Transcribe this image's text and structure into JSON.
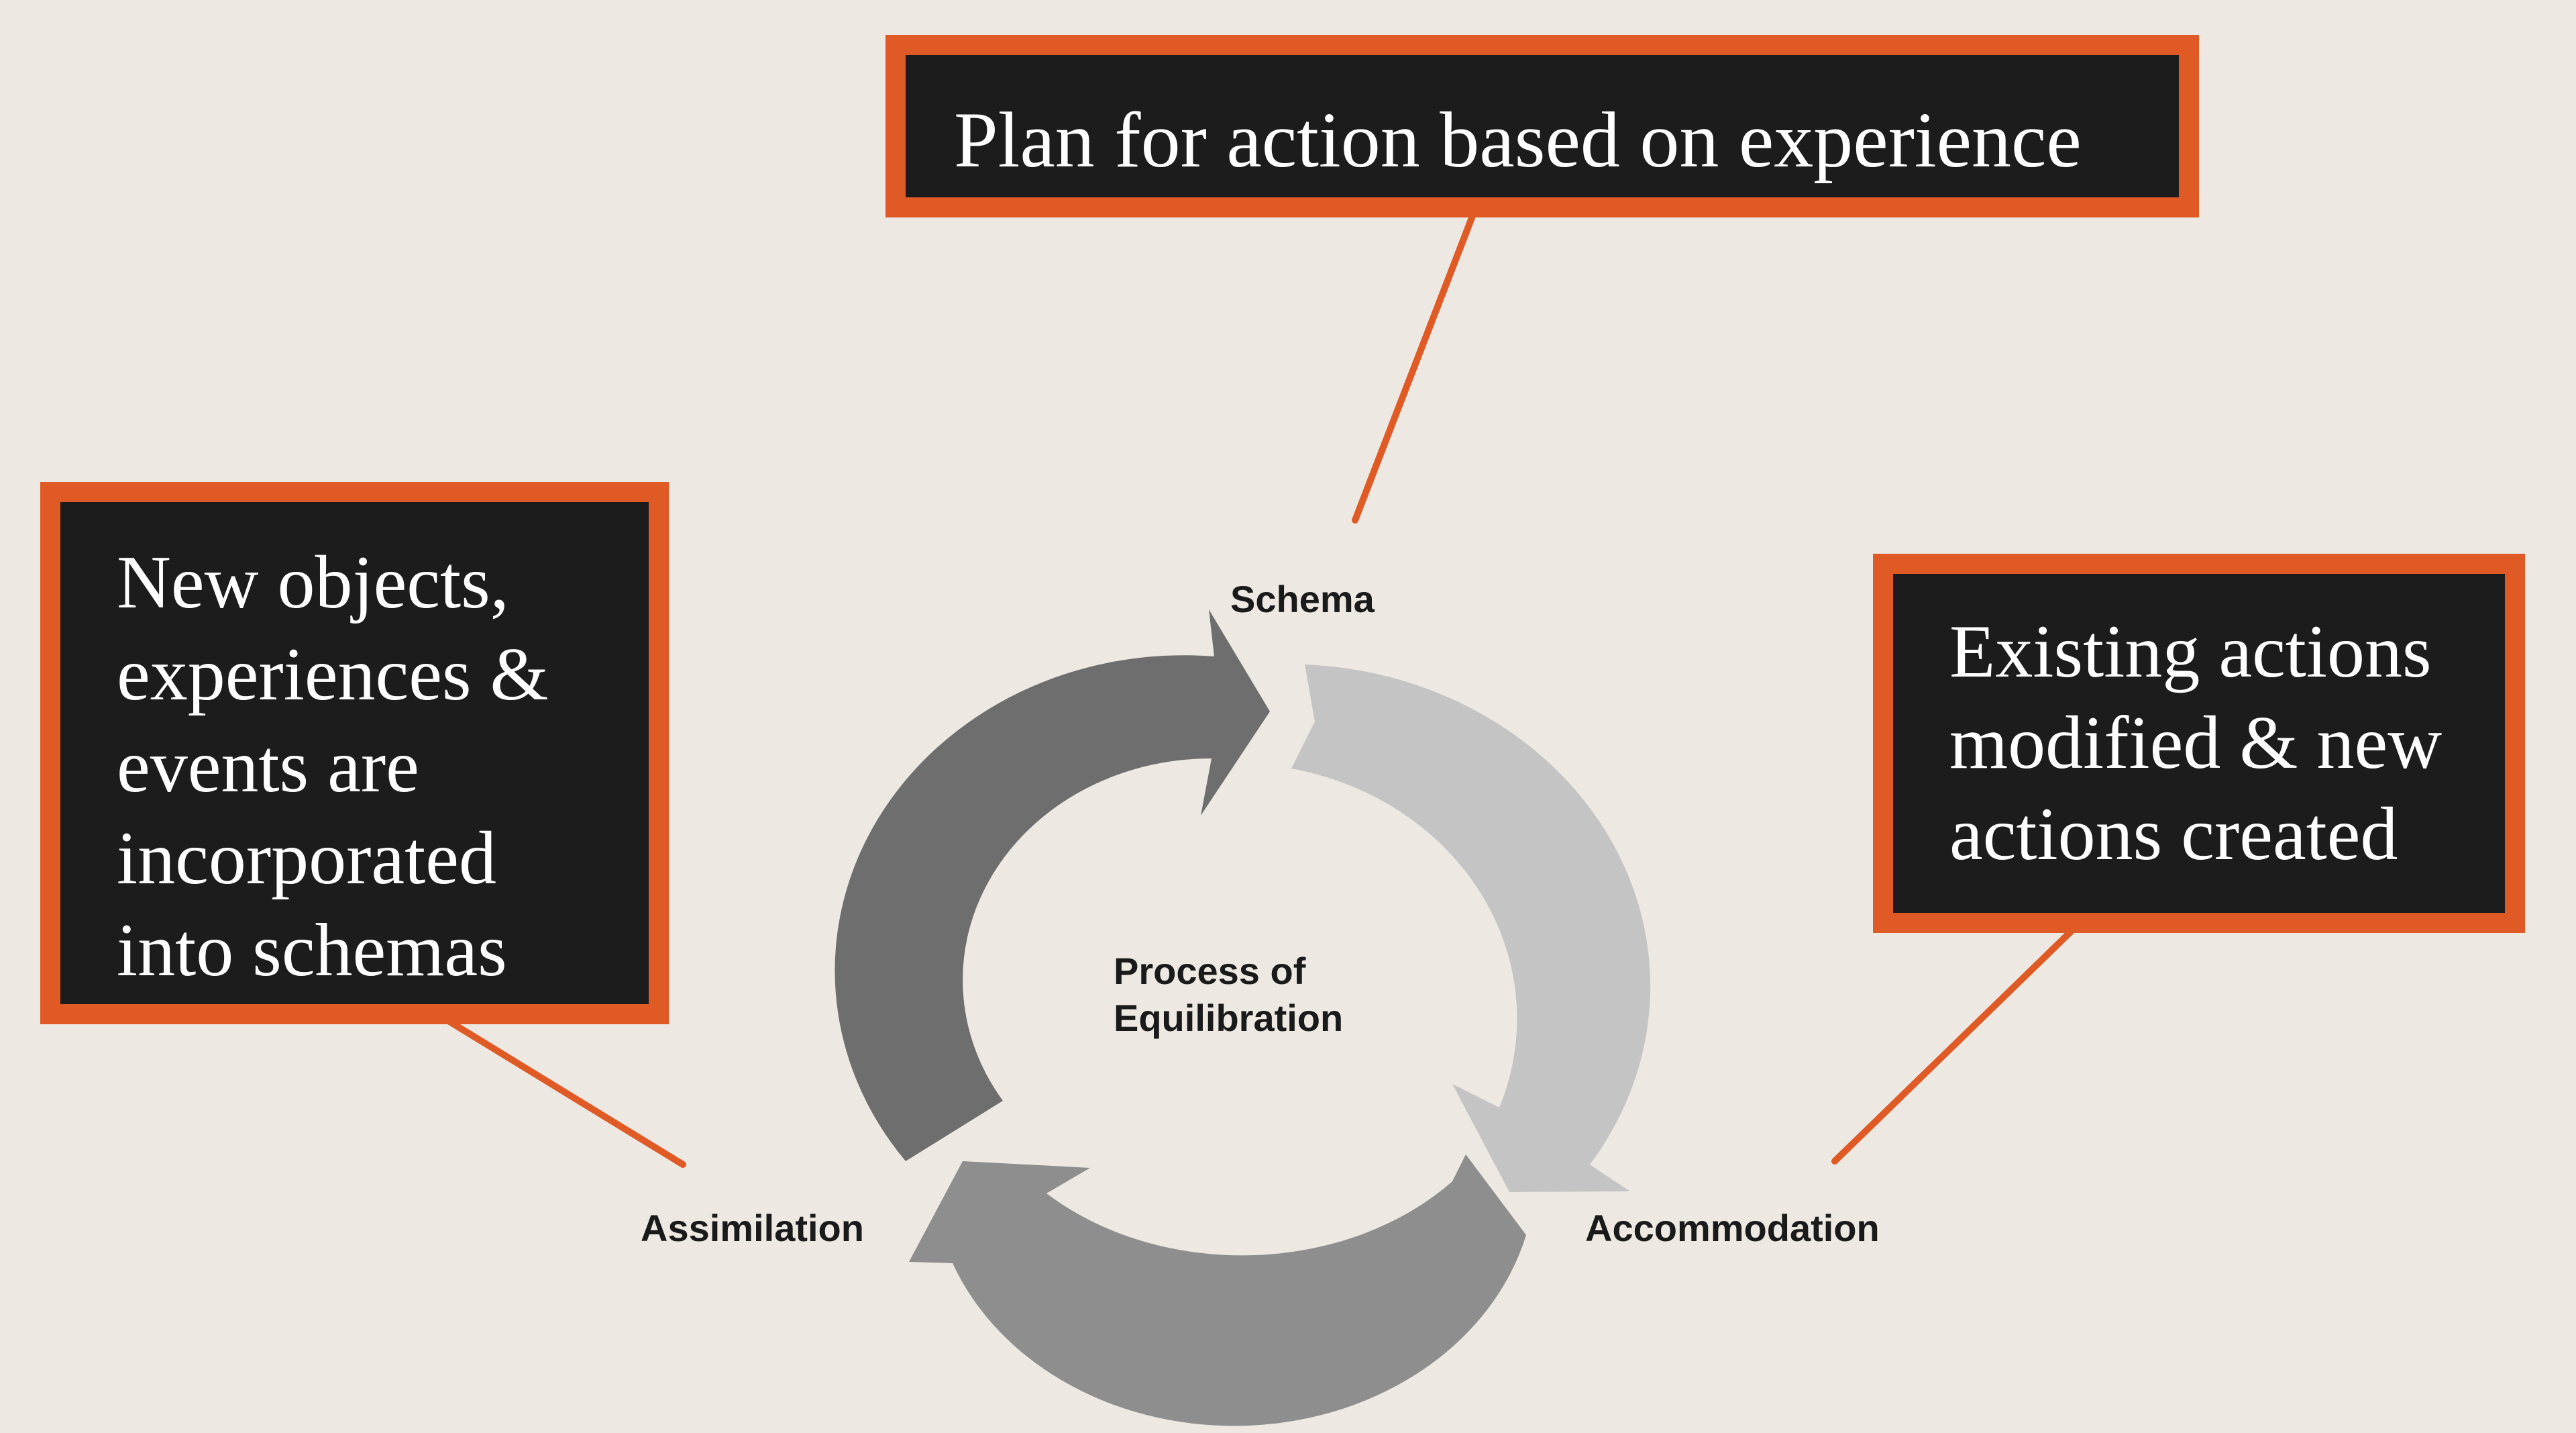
{
  "callouts": {
    "top": "Plan for action based on experience",
    "left": [
      "New objects,",
      "experiences &",
      "events are",
      "incorporated",
      "into schemas"
    ],
    "right": [
      "Existing actions",
      "modified & new",
      "actions created"
    ]
  },
  "diagram": {
    "stage_schema": "Schema",
    "stage_assimilation": "Assimilation",
    "stage_accommodation": "Accommodation",
    "center_lines": [
      "Process of",
      "Equilibration"
    ]
  },
  "colors": {
    "background": "#ede8e1",
    "callout_fill": "#1c1c1c",
    "callout_border": "#e05a26",
    "connector": "#e05a26",
    "arrow_assimilation_to_schema": "#6e6e6e",
    "arrow_schema_to_accommodation": "#c4c4c4",
    "arrow_accommodation_to_assimilation": "#8e8e8e"
  }
}
